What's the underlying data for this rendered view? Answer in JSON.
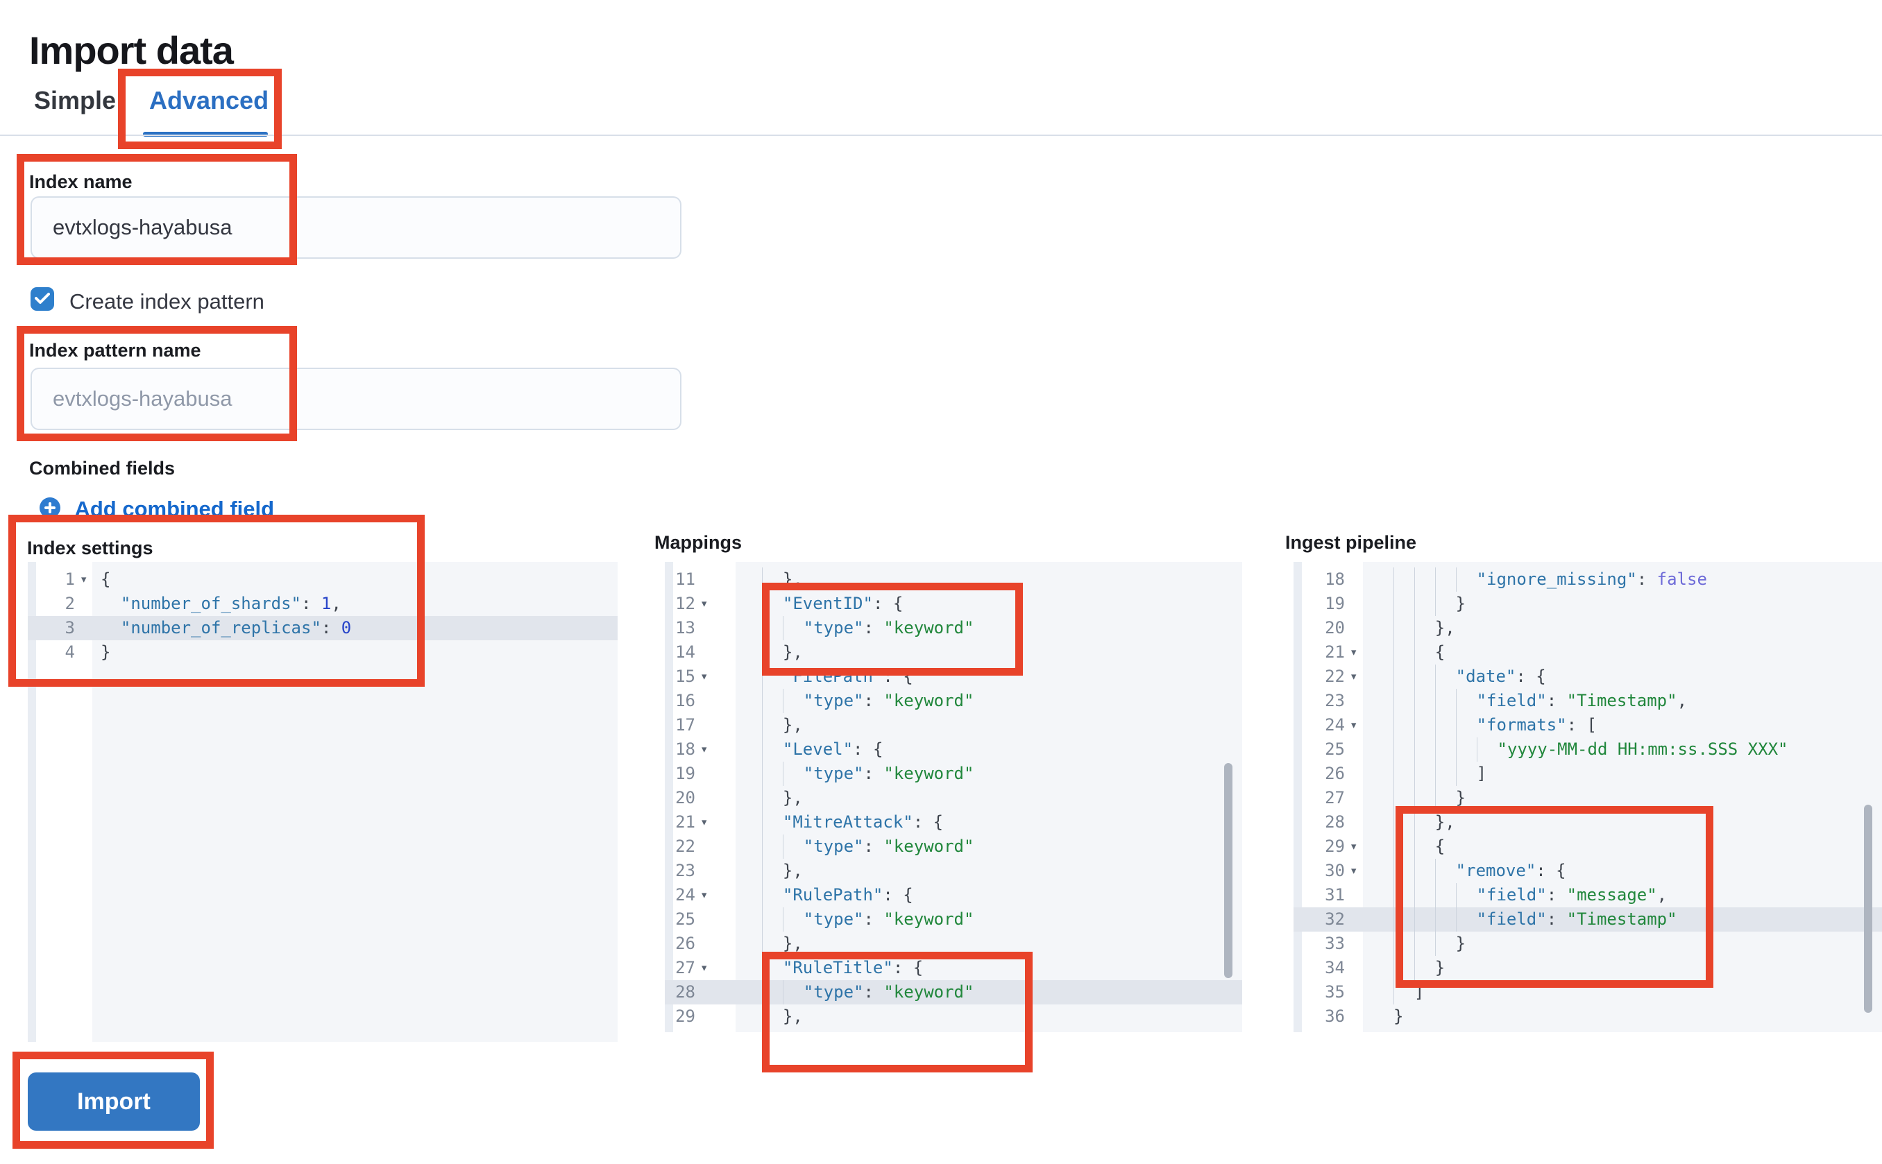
{
  "page": {
    "title": "Import data"
  },
  "tabs": [
    {
      "label": "Simple",
      "active": false
    },
    {
      "label": "Advanced",
      "active": true
    }
  ],
  "form": {
    "index_name": {
      "label": "Index name",
      "value": "evtxlogs-hayabusa"
    },
    "create_index_pattern": {
      "label": "Create index pattern",
      "checked": true
    },
    "index_pattern_name": {
      "label": "Index pattern name",
      "placeholder": "evtxlogs-hayabusa"
    },
    "combined_fields": {
      "label": "Combined fields",
      "add_link_label": "Add combined field"
    },
    "import_button_label": "Import"
  },
  "colors": {
    "annotation_red": "#E8432A",
    "accent_blue": "#2B72C4",
    "link_blue": "#1568CC",
    "checkbox_blue": "#2E7FCC",
    "button_blue": "#3377C2",
    "code_key": "#2E74A8",
    "code_string": "#21873C",
    "code_number": "#2845C9",
    "code_boolean": "#6E6BD8"
  },
  "editors": [
    {
      "title": "Index settings",
      "lines": [
        {
          "n": 1,
          "fold": true,
          "guides": 0,
          "tokens": [
            [
              "p",
              "{"
            ]
          ]
        },
        {
          "n": 2,
          "guides": 0,
          "tokens": [
            [
              "p",
              "  "
            ],
            [
              "k",
              "\"number_of_shards\""
            ],
            [
              "p",
              ": "
            ],
            [
              "n",
              "1"
            ],
            [
              "p",
              ","
            ]
          ]
        },
        {
          "n": 3,
          "active": true,
          "guides": 0,
          "tokens": [
            [
              "p",
              "  "
            ],
            [
              "k",
              "\"number_of_replicas\""
            ],
            [
              "p",
              ": "
            ],
            [
              "n",
              "0"
            ]
          ]
        },
        {
          "n": 4,
          "guides": 0,
          "tokens": [
            [
              "p",
              "}"
            ]
          ]
        }
      ]
    },
    {
      "title": "Mappings",
      "lines": [
        {
          "n": 11,
          "guides": 1,
          "tokens": [
            [
              "p",
              "},"
            ]
          ]
        },
        {
          "n": 12,
          "fold": true,
          "guides": 1,
          "tokens": [
            [
              "k",
              "\"EventID\""
            ],
            [
              "p",
              ": {"
            ]
          ]
        },
        {
          "n": 13,
          "guides": 2,
          "tokens": [
            [
              "k",
              "\"type\""
            ],
            [
              "p",
              ": "
            ],
            [
              "s",
              "\"keyword\""
            ]
          ]
        },
        {
          "n": 14,
          "guides": 1,
          "tokens": [
            [
              "p",
              "},"
            ]
          ]
        },
        {
          "n": 15,
          "fold": true,
          "guides": 1,
          "tokens": [
            [
              "k",
              "\"FilePath\""
            ],
            [
              "p",
              ": {"
            ]
          ]
        },
        {
          "n": 16,
          "guides": 2,
          "tokens": [
            [
              "k",
              "\"type\""
            ],
            [
              "p",
              ": "
            ],
            [
              "s",
              "\"keyword\""
            ]
          ]
        },
        {
          "n": 17,
          "guides": 1,
          "tokens": [
            [
              "p",
              "},"
            ]
          ]
        },
        {
          "n": 18,
          "fold": true,
          "guides": 1,
          "tokens": [
            [
              "k",
              "\"Level\""
            ],
            [
              "p",
              ": {"
            ]
          ]
        },
        {
          "n": 19,
          "guides": 2,
          "tokens": [
            [
              "k",
              "\"type\""
            ],
            [
              "p",
              ": "
            ],
            [
              "s",
              "\"keyword\""
            ]
          ]
        },
        {
          "n": 20,
          "guides": 1,
          "tokens": [
            [
              "p",
              "},"
            ]
          ]
        },
        {
          "n": 21,
          "fold": true,
          "guides": 1,
          "tokens": [
            [
              "k",
              "\"MitreAttack\""
            ],
            [
              "p",
              ": {"
            ]
          ]
        },
        {
          "n": 22,
          "guides": 2,
          "tokens": [
            [
              "k",
              "\"type\""
            ],
            [
              "p",
              ": "
            ],
            [
              "s",
              "\"keyword\""
            ]
          ]
        },
        {
          "n": 23,
          "guides": 1,
          "tokens": [
            [
              "p",
              "},"
            ]
          ]
        },
        {
          "n": 24,
          "fold": true,
          "guides": 1,
          "tokens": [
            [
              "k",
              "\"RulePath\""
            ],
            [
              "p",
              ": {"
            ]
          ]
        },
        {
          "n": 25,
          "guides": 2,
          "tokens": [
            [
              "k",
              "\"type\""
            ],
            [
              "p",
              ": "
            ],
            [
              "s",
              "\"keyword\""
            ]
          ]
        },
        {
          "n": 26,
          "guides": 1,
          "tokens": [
            [
              "p",
              "},"
            ]
          ]
        },
        {
          "n": 27,
          "fold": true,
          "guides": 1,
          "tokens": [
            [
              "k",
              "\"RuleTitle\""
            ],
            [
              "p",
              ": {"
            ]
          ]
        },
        {
          "n": 28,
          "active": true,
          "guides": 2,
          "tokens": [
            [
              "k",
              "\"type\""
            ],
            [
              "p",
              ": "
            ],
            [
              "s",
              "\"keyword\""
            ]
          ]
        },
        {
          "n": 29,
          "guides": 1,
          "tokens": [
            [
              "p",
              "},"
            ]
          ]
        }
      ]
    },
    {
      "title": "Ingest pipeline",
      "lines": [
        {
          "n": 18,
          "guides": 4,
          "tokens": [
            [
              "k",
              "\"ignore_missing\""
            ],
            [
              "p",
              ": "
            ],
            [
              "b",
              "false"
            ]
          ]
        },
        {
          "n": 19,
          "guides": 3,
          "tokens": [
            [
              "p",
              "}"
            ]
          ]
        },
        {
          "n": 20,
          "guides": 2,
          "tokens": [
            [
              "p",
              "},"
            ]
          ]
        },
        {
          "n": 21,
          "fold": true,
          "guides": 2,
          "tokens": [
            [
              "p",
              "{"
            ]
          ]
        },
        {
          "n": 22,
          "fold": true,
          "guides": 3,
          "tokens": [
            [
              "k",
              "\"date\""
            ],
            [
              "p",
              ": {"
            ]
          ]
        },
        {
          "n": 23,
          "guides": 4,
          "tokens": [
            [
              "k",
              "\"field\""
            ],
            [
              "p",
              ": "
            ],
            [
              "s",
              "\"Timestamp\""
            ],
            [
              "p",
              ","
            ]
          ]
        },
        {
          "n": 24,
          "fold": true,
          "guides": 4,
          "tokens": [
            [
              "k",
              "\"formats\""
            ],
            [
              "p",
              ": ["
            ]
          ]
        },
        {
          "n": 25,
          "guides": 5,
          "tokens": [
            [
              "s",
              "\"yyyy-MM-dd HH:mm:ss.SSS XXX\""
            ]
          ]
        },
        {
          "n": 26,
          "guides": 4,
          "tokens": [
            [
              "p",
              "]"
            ]
          ]
        },
        {
          "n": 27,
          "guides": 3,
          "tokens": [
            [
              "p",
              "}"
            ]
          ]
        },
        {
          "n": 28,
          "guides": 2,
          "tokens": [
            [
              "p",
              "},"
            ]
          ]
        },
        {
          "n": 29,
          "fold": true,
          "guides": 2,
          "tokens": [
            [
              "p",
              "{"
            ]
          ]
        },
        {
          "n": 30,
          "fold": true,
          "guides": 3,
          "tokens": [
            [
              "k",
              "\"remove\""
            ],
            [
              "p",
              ": {"
            ]
          ]
        },
        {
          "n": 31,
          "guides": 4,
          "tokens": [
            [
              "k",
              "\"field\""
            ],
            [
              "p",
              ": "
            ],
            [
              "s",
              "\"message\""
            ],
            [
              "p",
              ","
            ]
          ]
        },
        {
          "n": 32,
          "active": true,
          "guides": 4,
          "tokens": [
            [
              "k",
              "\"field\""
            ],
            [
              "p",
              ": "
            ],
            [
              "s",
              "\"Timestamp\""
            ]
          ]
        },
        {
          "n": 33,
          "guides": 3,
          "tokens": [
            [
              "p",
              "}"
            ]
          ]
        },
        {
          "n": 34,
          "guides": 2,
          "tokens": [
            [
              "p",
              "}"
            ]
          ]
        },
        {
          "n": 35,
          "guides": 1,
          "tokens": [
            [
              "p",
              "]"
            ]
          ]
        },
        {
          "n": 36,
          "guides": 0,
          "tokens": [
            [
              "p",
              "}"
            ]
          ]
        }
      ]
    }
  ]
}
